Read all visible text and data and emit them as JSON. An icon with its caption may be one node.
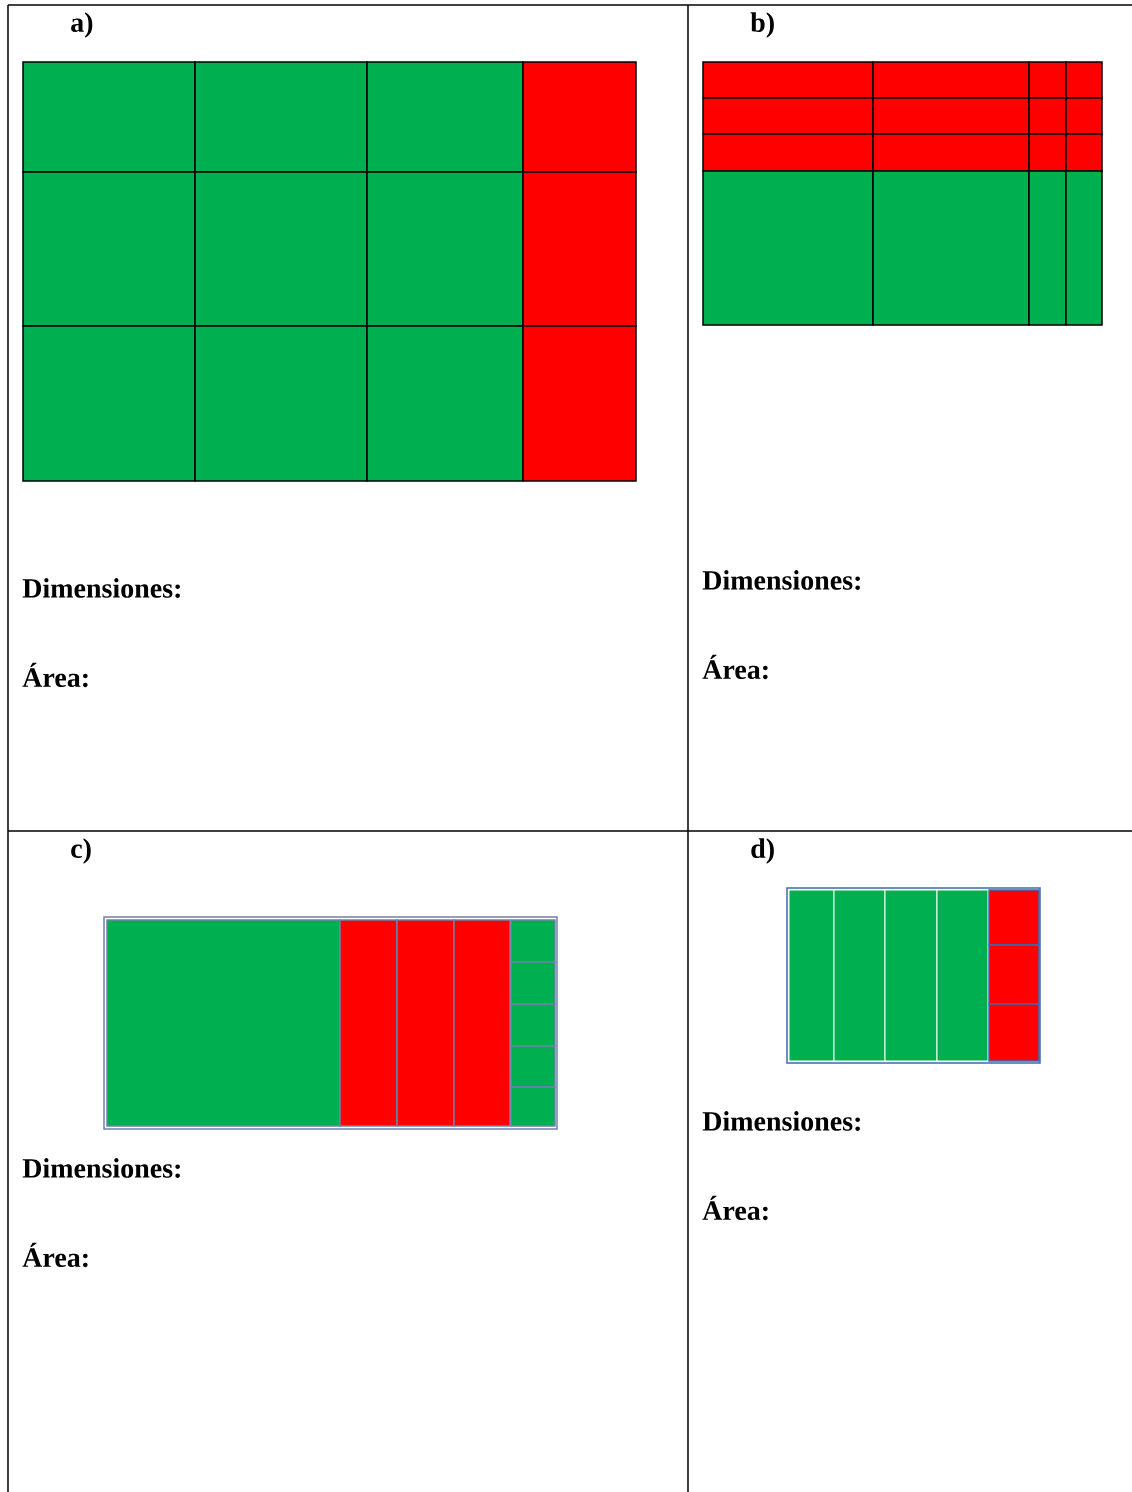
{
  "diagram": {
    "labels": [
      "a)",
      "Dimensiones:",
      "Área:",
      "b)",
      "Dimensiones:",
      "Área:",
      "c)",
      "Dimensiones:",
      "Área:",
      "d)",
      "Dimensiones:",
      "Área:"
    ]
  }
}
